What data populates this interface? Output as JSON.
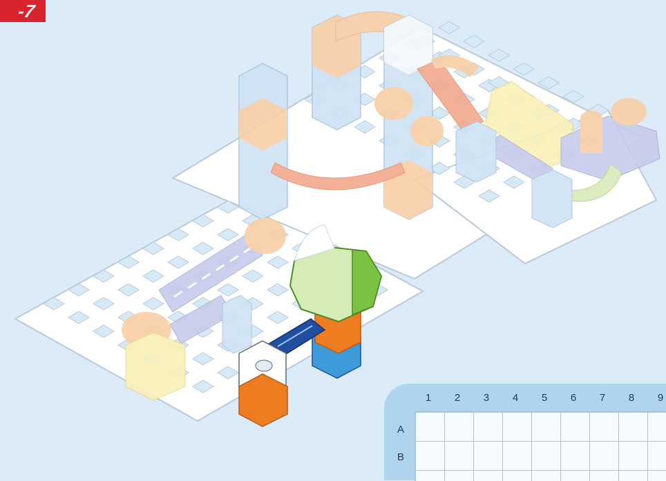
{
  "badge": {
    "text": "-7"
  },
  "grid": {
    "columns": [
      "1",
      "2",
      "3",
      "4",
      "5",
      "6",
      "7",
      "8",
      "9"
    ],
    "rows": [
      "A",
      "B"
    ]
  },
  "palette": {
    "background": "#dcebf8",
    "base": "#ffffff",
    "base_outline": "#b9c9d9",
    "hole": "#d6e9f7",
    "ghost_orange": "#f8cfa6",
    "ghost_blue": "#cfe3f5",
    "ghost_purple": "#c7cbea",
    "ghost_yellow": "#faf1b8",
    "ghost_green": "#d8eab8",
    "ghost_red": "#f2a98c",
    "orange": "#ee7d22",
    "blue": "#3c9bd8",
    "navy": "#1f4f9e",
    "green": "#7cc242",
    "light_green": "#d5ecb7",
    "red": "#d9232d"
  }
}
